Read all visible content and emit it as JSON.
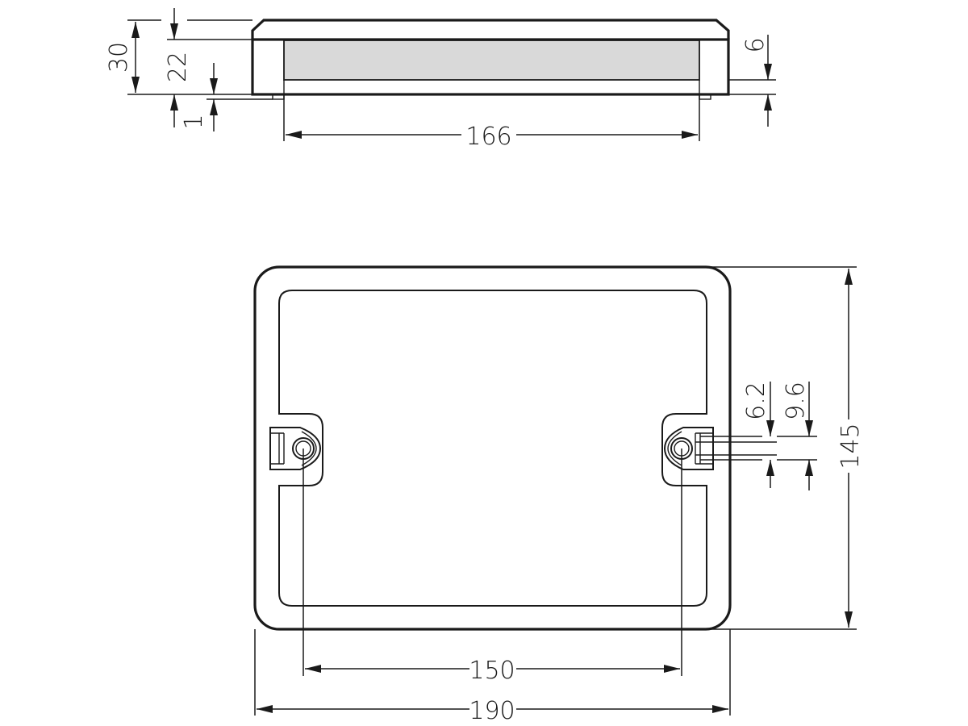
{
  "drawing": {
    "side_view": {
      "dimensions": {
        "total_height": "30",
        "body_height": "22",
        "foot_height": "1",
        "window_offset": "6",
        "inner_width": "166"
      },
      "colors": {
        "window_fill": "#d9d9d9",
        "line": "#1a1a1a"
      }
    },
    "top_view": {
      "dimensions": {
        "overall_height": "145",
        "hole_spacing": "150",
        "overall_width": "190",
        "slot_width_inner": "6.2",
        "slot_width_outer": "9.6"
      }
    }
  }
}
